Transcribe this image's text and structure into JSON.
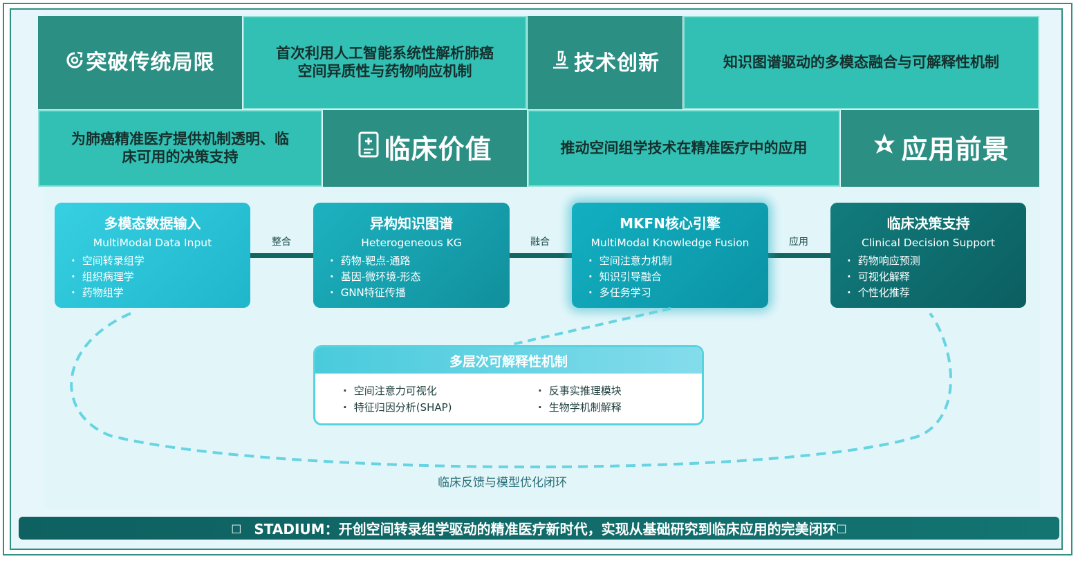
{
  "tiles": {
    "breakthrough_title": "突破传统局限",
    "breakthrough_desc_line1": "首次利用人工智能系统性解析肺癌",
    "breakthrough_desc_line2": "空间异质性与药物响应机制",
    "innovation_title": "技术创新",
    "innovation_desc": "知识图谱驱动的多模态融合与可解释性机制",
    "clinical_desc_line1": "为肺癌精准医疗提供机制透明、临",
    "clinical_desc_line2": "床可用的决策支持",
    "clinical_title": "临床价值",
    "prospect_desc": "推动空间组学技术在精准医疗中的应用",
    "prospect_title": "应用前景"
  },
  "pipeline": {
    "nodes": [
      {
        "title": "多模态数据输入",
        "subtitle": "MultiModal Data Input",
        "items": [
          "空间转录组学",
          "组织病理学",
          "药物组学"
        ]
      },
      {
        "title": "异构知识图谱",
        "subtitle": "Heterogeneous KG",
        "items": [
          "药物-靶点-通路",
          "基因-微环境-形态",
          "GNN特征传播"
        ]
      },
      {
        "title": "MKFN核心引擎",
        "subtitle": "MultiModal Knowledge Fusion",
        "items": [
          "空间注意力机制",
          "知识引导融合",
          "多任务学习"
        ]
      },
      {
        "title": "临床决策支持",
        "subtitle": "Clinical Decision Support",
        "items": [
          "药物响应预测",
          "可视化解释",
          "个性化推荐"
        ]
      }
    ],
    "connectors": [
      "整合",
      "融合",
      "应用"
    ]
  },
  "interpretability": {
    "title": "多层次可解释性机制",
    "items": [
      "空间注意力可视化",
      "反事实推理模块",
      "特征归因分析(SHAP)",
      "生物学机制解释"
    ]
  },
  "loop_label": "临床反馈与模型优化闭环",
  "banner": "STADIUM：开创空间转录组学驱动的精准医疗新时代，实现从基础研究到临床应用的完美闭环",
  "colors": {
    "dark_tile": "#2b8f83",
    "light_tile": "#33c0b4",
    "node1": "#2bc3d8",
    "node2": "#17a4b0",
    "node3": "#0da6b6",
    "node4": "#0f6b6c",
    "dashed_loop": "#68d4e2",
    "banner": "#0e6160"
  }
}
